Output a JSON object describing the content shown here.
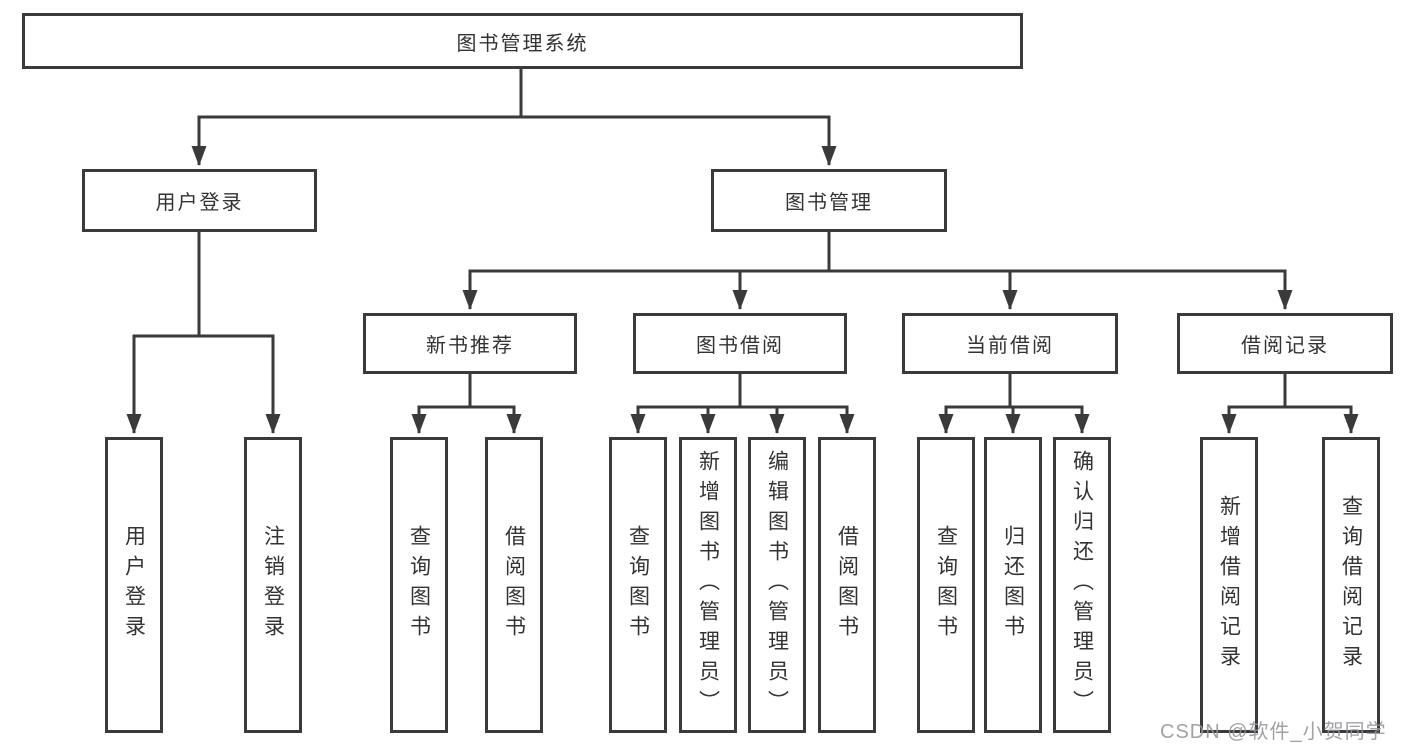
{
  "nodes": {
    "root": {
      "label": "图书管理系统"
    },
    "level2": [
      {
        "id": "user-login",
        "label": "用户登录"
      },
      {
        "id": "book-management",
        "label": "图书管理"
      }
    ],
    "level3": [
      {
        "id": "new-book-recommend",
        "label": "新书推荐"
      },
      {
        "id": "book-borrowing",
        "label": "图书借阅"
      },
      {
        "id": "current-borrowing",
        "label": "当前借阅"
      },
      {
        "id": "borrowing-records",
        "label": "借阅记录"
      }
    ],
    "leaves": [
      {
        "id": "user-login-leaf",
        "label": "用户登录"
      },
      {
        "id": "logout",
        "label": "注销登录"
      },
      {
        "id": "query-books-recommend",
        "label": "查询图书"
      },
      {
        "id": "borrow-books-recommend",
        "label": "借阅图书"
      },
      {
        "id": "query-books-borrowing",
        "label": "查询图书"
      },
      {
        "id": "add-books-admin",
        "label": "新增图书（管理员）"
      },
      {
        "id": "edit-books-admin",
        "label": "编辑图书（管理员）"
      },
      {
        "id": "borrow-books",
        "label": "借阅图书"
      },
      {
        "id": "query-books-current",
        "label": "查询图书"
      },
      {
        "id": "return-books",
        "label": "归还图书"
      },
      {
        "id": "confirm-return-admin",
        "label": "确认归还（管理员）"
      },
      {
        "id": "add-borrow-record",
        "label": "新增借阅记录"
      },
      {
        "id": "query-borrow-record",
        "label": "查询借阅记录"
      }
    ]
  },
  "watermark": "CSDN @软件_小贺同学",
  "colors": {
    "line": "#3a3a3a",
    "text": "#333333",
    "box_fill": "#ffffff",
    "watermark": "#94949a",
    "background": "#ffffff"
  }
}
